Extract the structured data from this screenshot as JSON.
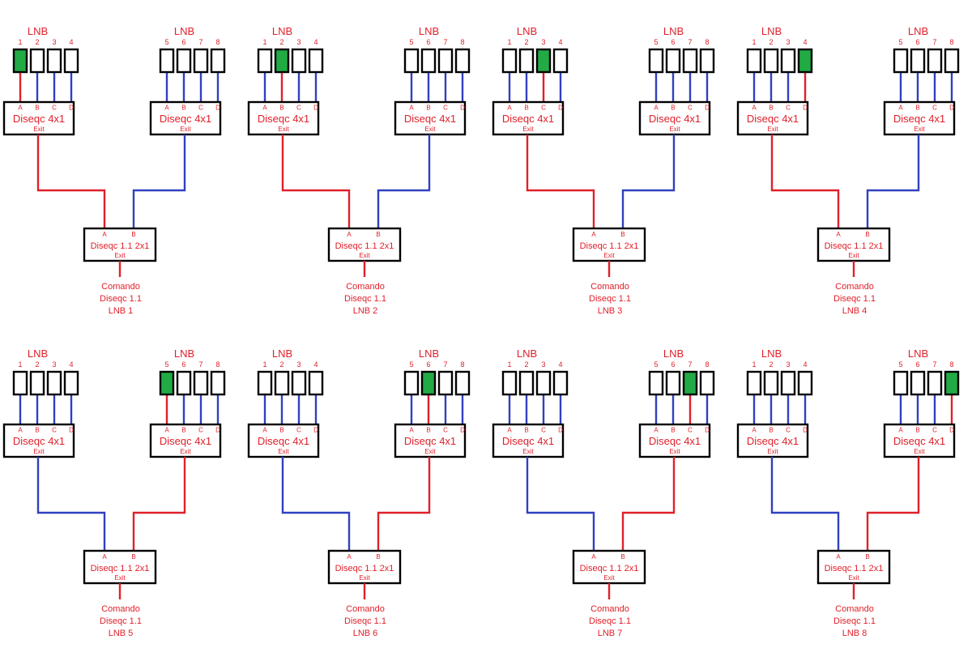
{
  "labels": {
    "lnb": "LNB",
    "diseqc4": "Diseqc 4x1",
    "diseqc2": "Diseqc 1.1 2x1",
    "exit": "Exit",
    "inputs4": [
      "A",
      "B",
      "C",
      "D"
    ],
    "inputs2": [
      "A",
      "B"
    ],
    "command": [
      "Comando",
      "Diseqc 1.1"
    ]
  },
  "colors": {
    "active": "#e0202a",
    "inactive": "#3040c0",
    "selected_fill": "#22aa44",
    "box_stroke": "#000000",
    "text": "#e0202a"
  },
  "panels": [
    {
      "left_ports": [
        "1",
        "2",
        "3",
        "4"
      ],
      "right_ports": [
        "5",
        "6",
        "7",
        "8"
      ],
      "selected_side": "left",
      "selected_index": 0,
      "lnb_label": "LNB 1"
    },
    {
      "left_ports": [
        "1",
        "2",
        "3",
        "4"
      ],
      "right_ports": [
        "5",
        "6",
        "7",
        "8"
      ],
      "selected_side": "left",
      "selected_index": 1,
      "lnb_label": "LNB 2"
    },
    {
      "left_ports": [
        "1",
        "2",
        "3",
        "4"
      ],
      "right_ports": [
        "5",
        "6",
        "7",
        "8"
      ],
      "selected_side": "left",
      "selected_index": 2,
      "lnb_label": "LNB 3"
    },
    {
      "left_ports": [
        "1",
        "2",
        "3",
        "4"
      ],
      "right_ports": [
        "5",
        "6",
        "7",
        "8"
      ],
      "selected_side": "left",
      "selected_index": 3,
      "lnb_label": "LNB 4"
    },
    {
      "left_ports": [
        "1",
        "2",
        "3",
        "4"
      ],
      "right_ports": [
        "5",
        "6",
        "7",
        "8"
      ],
      "selected_side": "right",
      "selected_index": 0,
      "lnb_label": "LNB 5"
    },
    {
      "left_ports": [
        "1",
        "2",
        "3",
        "4"
      ],
      "right_ports": [
        "5",
        "6",
        "7",
        "8"
      ],
      "selected_side": "right",
      "selected_index": 1,
      "lnb_label": "LNB 6"
    },
    {
      "left_ports": [
        "1",
        "2",
        "3",
        "4"
      ],
      "right_ports": [
        "5",
        "6",
        "7",
        "8"
      ],
      "selected_side": "right",
      "selected_index": 2,
      "lnb_label": "LNB 7"
    },
    {
      "left_ports": [
        "1",
        "2",
        "3",
        "4"
      ],
      "right_ports": [
        "5",
        "6",
        "7",
        "8"
      ],
      "selected_side": "right",
      "selected_index": 3,
      "lnb_label": "LNB 8"
    }
  ]
}
